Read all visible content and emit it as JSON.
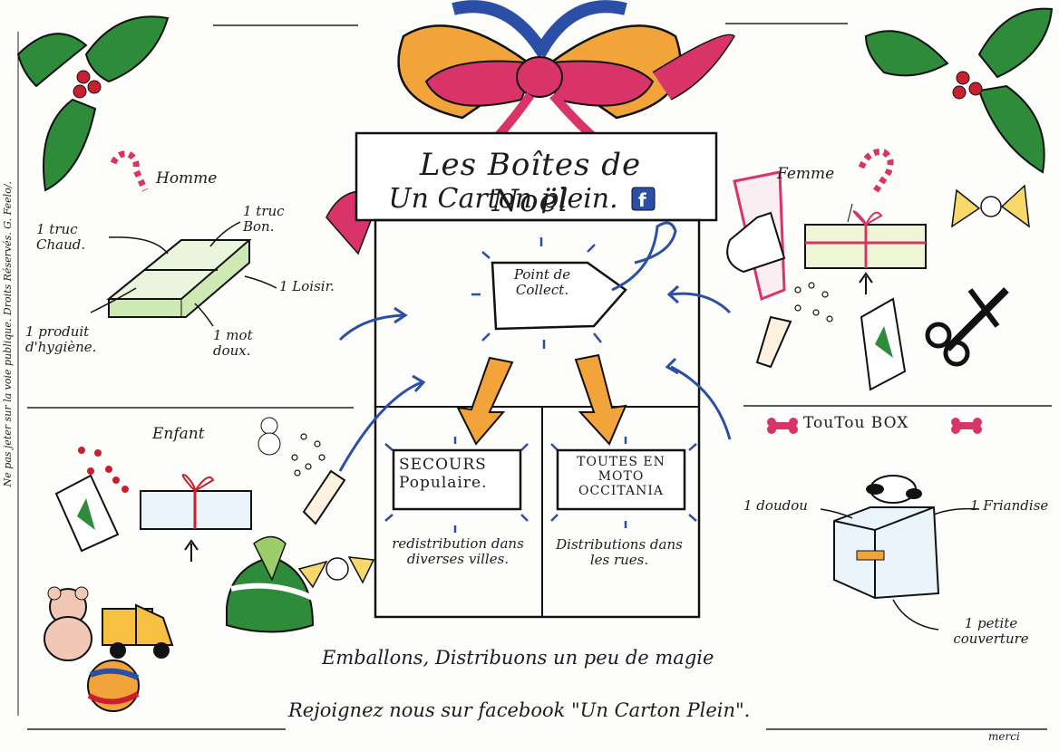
{
  "title": {
    "line1": "Les Boîtes de Noël",
    "line2": "Un Carton plein.",
    "facebook_icon": "facebook-icon"
  },
  "collect": "Point de Collect.",
  "secours": {
    "label": "SECOURS Populaire.",
    "text": "redistribution dans diverses villes."
  },
  "moto": {
    "label": "TOUTES EN MOTO OCCITANIA",
    "text": "Distributions dans les rues."
  },
  "homme": {
    "title": "Homme",
    "items": [
      "1 truc Chaud.",
      "1 truc Bon.",
      "1 Loisir.",
      "1 produit d'hygiène.",
      "1 mot doux."
    ]
  },
  "femme": {
    "title": "Femme"
  },
  "enfant": {
    "title": "Enfant"
  },
  "toutou": {
    "title": "TouTou BOX",
    "items": [
      "1 doudou",
      "1 Friandise",
      "1 petite couverture"
    ]
  },
  "footer": {
    "line1": "Emballons, Distribuons un peu de magie",
    "line2": "Rejoignez nous sur facebook \"Un Carton Plein\"."
  },
  "side_note": "Ne pas jeter sur la voie publique. Droits Réservés. G. Feelo/.",
  "signature": "merci",
  "colors": {
    "orange": "#f2a33a",
    "pink": "#d8346a",
    "blue": "#2b4fa6",
    "green": "#2e8b3a",
    "red": "#c8202e"
  }
}
